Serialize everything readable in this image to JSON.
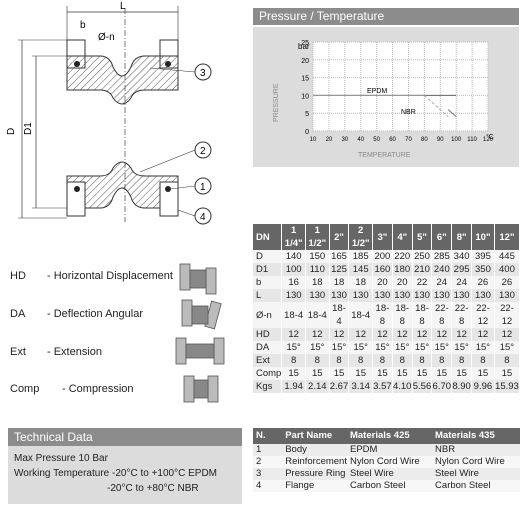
{
  "drawing": {
    "labels": {
      "b": "b",
      "L": "L",
      "hole": "Ø-n",
      "D": "D",
      "D1": "D1"
    },
    "callouts": [
      "3",
      "2",
      "1",
      "4"
    ]
  },
  "pressure_temp": {
    "title": "Pressure / Temperature",
    "y_unit": "bar",
    "y_axis_label": "PRESSURE",
    "x_axis_label": "TEMPERATURE",
    "x_unit": "°C",
    "epdm_label": "EPDM",
    "nbr_label": "NBR"
  },
  "chart_data": {
    "type": "line",
    "title": "Pressure / Temperature",
    "xlabel": "TEMPERATURE",
    "ylabel": "PRESSURE",
    "xlim": [
      10,
      120
    ],
    "ylim": [
      0,
      25
    ],
    "x_ticks": [
      "10",
      "20",
      "30",
      "40",
      "50",
      "60",
      "70",
      "80",
      "90",
      "100",
      "110",
      "120"
    ],
    "y_ticks": [
      "0",
      "5",
      "10",
      "15",
      "20",
      "25"
    ],
    "series": [
      {
        "name": "EPDM",
        "x": [
          10,
          100
        ],
        "y": [
          10,
          10
        ]
      },
      {
        "name": "NBR",
        "x": [
          10,
          80
        ],
        "y": [
          10,
          10
        ]
      }
    ],
    "grid": true
  },
  "dimensions": {
    "header": [
      "DN",
      "1 1/4\"",
      "1 1/2\"",
      "2\"",
      "2 1/2\"",
      "3\"",
      "4\"",
      "5\"",
      "6\"",
      "8\"",
      "10\"",
      "12\""
    ],
    "rows": [
      [
        "D",
        "140",
        "150",
        "165",
        "185",
        "200",
        "220",
        "250",
        "285",
        "340",
        "395",
        "445"
      ],
      [
        "D1",
        "100",
        "110",
        "125",
        "145",
        "160",
        "180",
        "210",
        "240",
        "295",
        "350",
        "400"
      ],
      [
        "b",
        "16",
        "18",
        "18",
        "18",
        "20",
        "20",
        "22",
        "24",
        "24",
        "26",
        "26"
      ],
      [
        "L",
        "130",
        "130",
        "130",
        "130",
        "130",
        "130",
        "130",
        "130",
        "130",
        "130",
        "130"
      ],
      [
        "Ø-n",
        "18-4",
        "18-4",
        "18-4",
        "18-4",
        "18-8",
        "18-8",
        "18-8",
        "22-8",
        "22-8",
        "22-12",
        "22-12"
      ],
      [
        "HD",
        "12",
        "12",
        "12",
        "12",
        "12",
        "12",
        "12",
        "12",
        "12",
        "12",
        "12"
      ],
      [
        "DA",
        "15°",
        "15°",
        "15°",
        "15°",
        "15°",
        "15°",
        "15°",
        "15°",
        "15°",
        "15°",
        "15°"
      ],
      [
        "Ext",
        "8",
        "8",
        "8",
        "8",
        "8",
        "8",
        "8",
        "8",
        "8",
        "8",
        "8"
      ],
      [
        "Comp",
        "15",
        "15",
        "15",
        "15",
        "15",
        "15",
        "15",
        "15",
        "15",
        "15",
        "15"
      ],
      [
        "Kgs",
        "1.94",
        "2.14",
        "2.67",
        "3.14",
        "3.57",
        "4.10",
        "5.56",
        "6.70",
        "8.90",
        "9.96",
        "15.93"
      ]
    ]
  },
  "movements": [
    {
      "code": "HD",
      "desc": "- Horizontal Displacement"
    },
    {
      "code": "DA",
      "desc": "- Deflection Angular"
    },
    {
      "code": "Ext",
      "desc": "- Extension"
    },
    {
      "code": "Comp",
      "desc": "- Compression"
    }
  ],
  "technical": {
    "title": "Technical Data",
    "line1": "Max Pressure 10 Bar",
    "line2a": "Working Temperature",
    "line2b": "-20°C to +100°C  EPDM",
    "line3": "-20°C to +80°C   NBR"
  },
  "materials": {
    "header": [
      "N.",
      "Part Name",
      "Materials 425",
      "Materials 435"
    ],
    "rows": [
      [
        "1",
        "Body",
        "EPDM",
        "NBR"
      ],
      [
        "2",
        "Reinforcement",
        "Nylon Cord Wire",
        "Nylon Cord Wire"
      ],
      [
        "3",
        "Pressure Ring",
        "Steel Wire",
        "Steel Wire"
      ],
      [
        "4",
        "Flange",
        "Carbon Steel",
        "Carbon Steel"
      ]
    ]
  }
}
